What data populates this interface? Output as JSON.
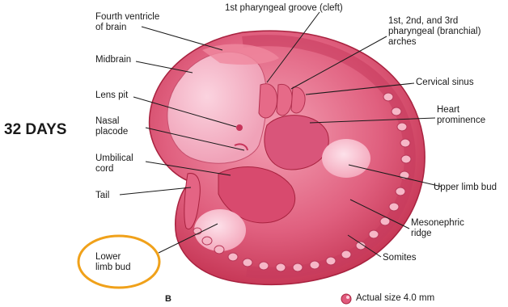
{
  "title": "32 DAYS",
  "figure_letter": "B",
  "actual_size": "Actual size 4.0 mm",
  "highlight_color": "#f0a11a",
  "labels": {
    "fourth_ventricle": "Fourth ventricle\nof brain",
    "pharyngeal_groove": "1st pharyngeal groove (cleft)",
    "pharyngeal_arches": "1st, 2nd, and 3rd\npharyngeal (branchial)\narches",
    "midbrain": "Midbrain",
    "cervical_sinus": "Cervical sinus",
    "lens_pit": "Lens pit",
    "heart_prominence": "Heart\nprominence",
    "nasal_placode": "Nasal\nplacode",
    "umbilical_cord": "Umbilical\ncord",
    "upper_limb_bud": "Upper limb bud",
    "tail": "Tail",
    "mesonephric_ridge": "Mesonephric\nridge",
    "lower_limb_bud": "Lower\nlimb bud",
    "somites": "Somites"
  }
}
